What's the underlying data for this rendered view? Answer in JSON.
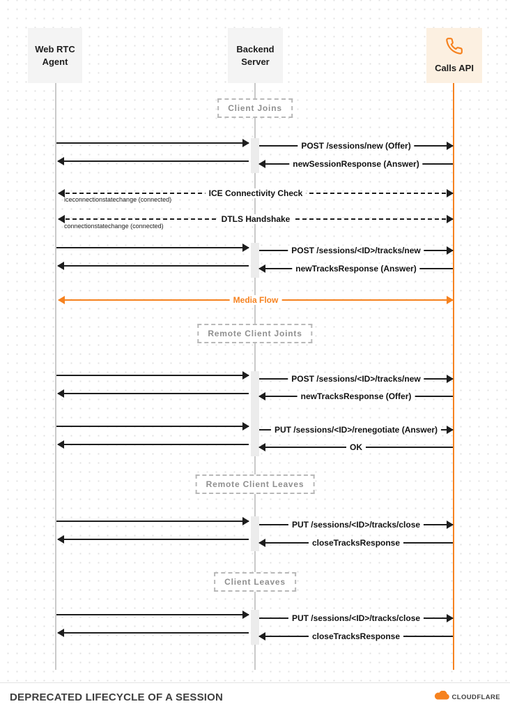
{
  "diagram": {
    "title": "DEPRECATED LIFECYCLE OF A SESSION",
    "brand": "CLOUDFLARE"
  },
  "actors": {
    "webrtc": {
      "line1": "Web RTC",
      "line2": "Agent"
    },
    "backend": {
      "line1": "Backend",
      "line2": "Server"
    },
    "calls": {
      "label": "Calls API"
    }
  },
  "sections": {
    "client_joins": "Client Joins",
    "remote_client_joins": "Remote Client Joints",
    "remote_client_leaves": "Remote Client Leaves",
    "client_leaves": "Client Leaves"
  },
  "messages": {
    "post_sessions_new": "POST /sessions/new (Offer)",
    "new_session_response": "newSessionResponse (Answer)",
    "ice_check": "ICE Connectivity Check",
    "ice_note": "iceconnectionstatechange (connected)",
    "dtls": "DTLS Handshake",
    "dtls_note": "connectionstatechange (connected)",
    "post_tracks_new_1": "POST /sessions/<ID>/tracks/new",
    "new_tracks_response_answer": "newTracksResponse (Answer)",
    "media_flow": "Media Flow",
    "post_tracks_new_2": "POST /sessions/<ID>/tracks/new",
    "new_tracks_response_offer": "newTracksResponse (Offer)",
    "put_renegotiate": "PUT /sessions/<ID>/renegotiate (Answer)",
    "ok": "OK",
    "put_tracks_close_1": "PUT /sessions/<ID>/tracks/close",
    "close_tracks_response_1": "closeTracksResponse",
    "put_tracks_close_2": "PUT /sessions/<ID>/tracks/close",
    "close_tracks_response_2": "closeTracksResponse"
  },
  "colors": {
    "accent_orange": "#f6821f",
    "line_black": "#1d1d1d",
    "lifeline_gray": "#c9c9c9"
  }
}
